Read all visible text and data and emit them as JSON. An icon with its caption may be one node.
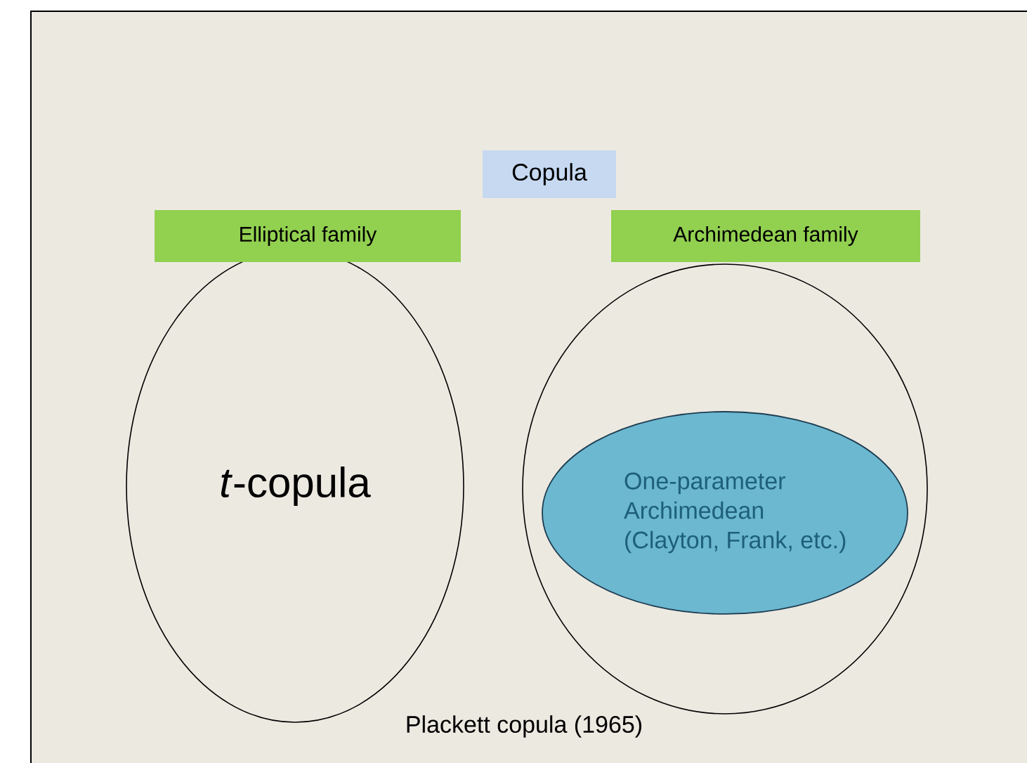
{
  "diagram": {
    "nodes": [
      {
        "text": [
          "Copula"
        ]
      },
      {
        "text": [
          "Elliptical family"
        ]
      },
      {
        "text": [
          "*t*-copula"
        ]
      },
      {
        "text": [
          "Archimedean family"
        ]
      },
      {
        "text": [],
        "shape": "ellipse"
      },
      {
        "text": [
          "One-parameter Archimedean (Clayton, Frank, etc.)"
        ],
        "in": 4
      }
    ],
    "labels": [
      "Plackett copula (1965)"
    ]
  }
}
